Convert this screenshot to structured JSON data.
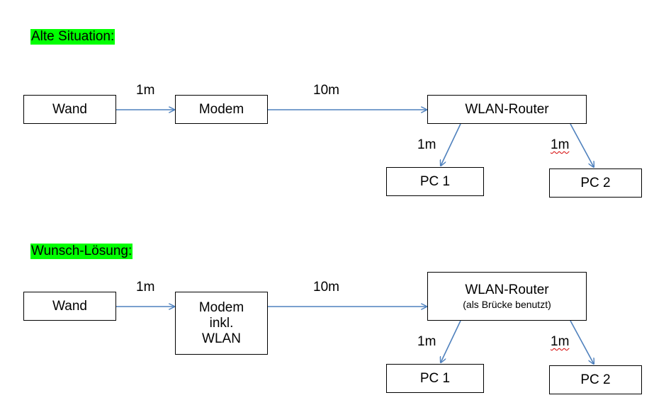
{
  "colors": {
    "heading_highlight": "#00ff00",
    "arrow": "#4f81bd",
    "box_border": "#000000",
    "spell_check_underline": "#d40000"
  },
  "old": {
    "heading": "Alte Situation:",
    "wand": "Wand",
    "modem": "Modem",
    "router": "WLAN-Router",
    "pc1": "PC 1",
    "pc2": "PC 2",
    "len_wand_modem": "1m",
    "len_modem_router": "10m",
    "len_router_pc1": "1m",
    "len_router_pc2": "1m"
  },
  "new": {
    "heading": "Wunsch-Lösung:",
    "wand": "Wand",
    "modem_line1": "Modem",
    "modem_line2": "inkl.",
    "modem_line3": "WLAN",
    "router": "WLAN-Router",
    "router_note": "(als Brücke benutzt)",
    "pc1": "PC 1",
    "pc2": "PC 2",
    "len_wand_modem": "1m",
    "len_modem_router": "10m",
    "len_router_pc1": "1m",
    "len_router_pc2": "1m"
  }
}
